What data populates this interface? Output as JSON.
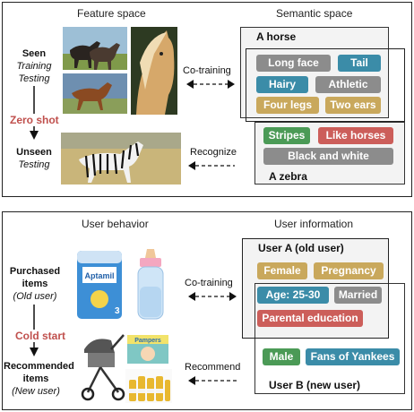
{
  "top": {
    "feature_header": "Feature space",
    "semantic_header": "Semantic space",
    "seen": "Seen",
    "training": "Training",
    "testing": "Testing",
    "zero_shot": "Zero shot",
    "unseen": "Unseen",
    "unseen_testing": "Testing",
    "cotraining": "Co-training",
    "recognize": "Recognize",
    "horse_title": "A horse",
    "zebra_title": "A zebra",
    "horse_tags": [
      "Long face",
      "Tail",
      "Hairy",
      "Athletic",
      "Four legs",
      "Two ears"
    ],
    "zebra_tags": [
      "Stripes",
      "Like horses",
      "Black and white"
    ]
  },
  "bottom": {
    "behavior_header": "User behavior",
    "info_header": "User information",
    "purchased": "Purchased",
    "items": "items",
    "old_user": "(Old user)",
    "cold_start": "Cold start",
    "recommended": "Recommended",
    "items2": "items",
    "new_user": "(New user)",
    "cotraining": "Co-training",
    "recommend": "Recommend",
    "usera_title": "User A (old user)",
    "userb_title": "User B (new user)",
    "usera_tags": [
      "Female",
      "Pregnancy"
    ],
    "shared_tags": [
      "Age: 25-30",
      "Married",
      "Parental education"
    ],
    "userb_tags": [
      "Male",
      "Fans of Yankees"
    ],
    "product_text": [
      "Aptamil",
      "3",
      "Pampers"
    ]
  },
  "colors": {
    "gray": "#8c8c8c",
    "teal": "#3b8ca8",
    "tan": "#c9a85c",
    "green": "#4b9a56",
    "red": "#cc5e5a",
    "accent_text": "#c0504d"
  }
}
